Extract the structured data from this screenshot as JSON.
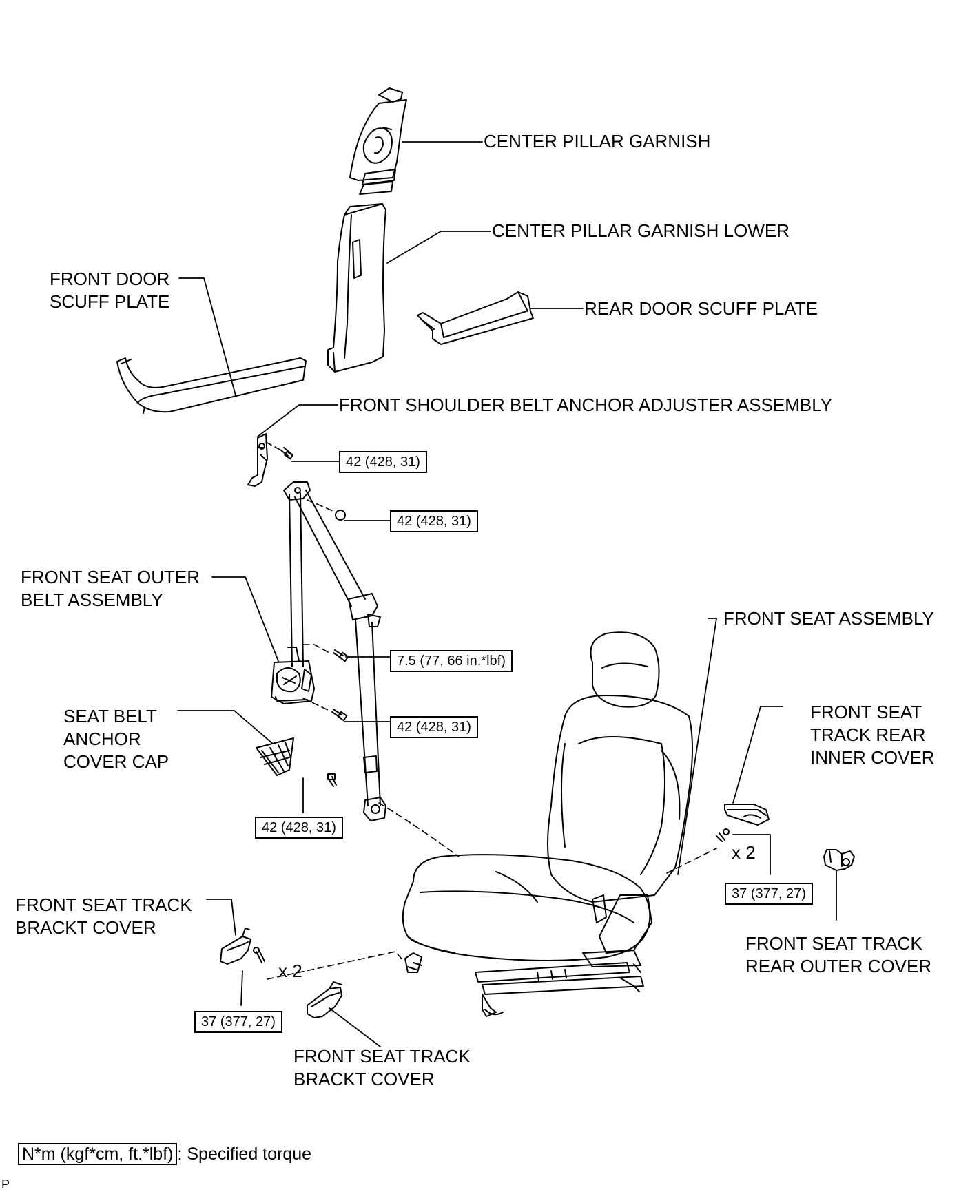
{
  "labels": {
    "center_pillar_garnish": "CENTER PILLAR GARNISH",
    "center_pillar_garnish_lower": "CENTER PILLAR GARNISH LOWER",
    "front_door_scuff_plate_1": "FRONT DOOR",
    "front_door_scuff_plate_2": "SCUFF PLATE",
    "rear_door_scuff_plate": "REAR DOOR SCUFF PLATE",
    "front_shoulder_belt_anchor_adjuster": "FRONT SHOULDER BELT ANCHOR ADJUSTER ASSEMBLY",
    "front_seat_outer_belt_1": "FRONT SEAT OUTER",
    "front_seat_outer_belt_2": "BELT ASSEMBLY",
    "front_seat_assembly": "FRONT SEAT ASSEMBLY",
    "seat_belt_anchor_cover_cap_1": "SEAT BELT",
    "seat_belt_anchor_cover_cap_2": "ANCHOR",
    "seat_belt_anchor_cover_cap_3": "COVER CAP",
    "front_seat_track_rear_inner_cover_1": "FRONT SEAT",
    "front_seat_track_rear_inner_cover_2": "TRACK REAR",
    "front_seat_track_rear_inner_cover_3": "INNER COVER",
    "front_seat_track_bracket_cover_left_1": "FRONT SEAT TRACK",
    "front_seat_track_bracket_cover_left_2": "BRACKT COVER",
    "front_seat_track_rear_outer_cover_1": "FRONT SEAT TRACK",
    "front_seat_track_rear_outer_cover_2": "REAR OUTER COVER",
    "front_seat_track_bracket_cover_bottom_1": "FRONT SEAT TRACK",
    "front_seat_track_bracket_cover_bottom_2": "BRACKT COVER",
    "qty_right": "x 2",
    "qty_left": "x 2"
  },
  "torques": {
    "adjuster_bolt": "42 (428, 31)",
    "upper_anchor_nut": "42 (428, 31)",
    "retractor_bolt": "7.5 (77, 66 in.*lbf)",
    "retractor_lower_bolt": "42 (428, 31)",
    "floor_anchor_bolt": "42 (428, 31)",
    "rear_track_bolts": "37 (377, 27)",
    "front_track_bolts": "37 (377, 27)"
  },
  "legend": {
    "unit_box": "N*m (kgf*cm, ft.*lbf)",
    "unit_text": ": Specified torque"
  },
  "footer": {
    "corner_mark": "P"
  }
}
